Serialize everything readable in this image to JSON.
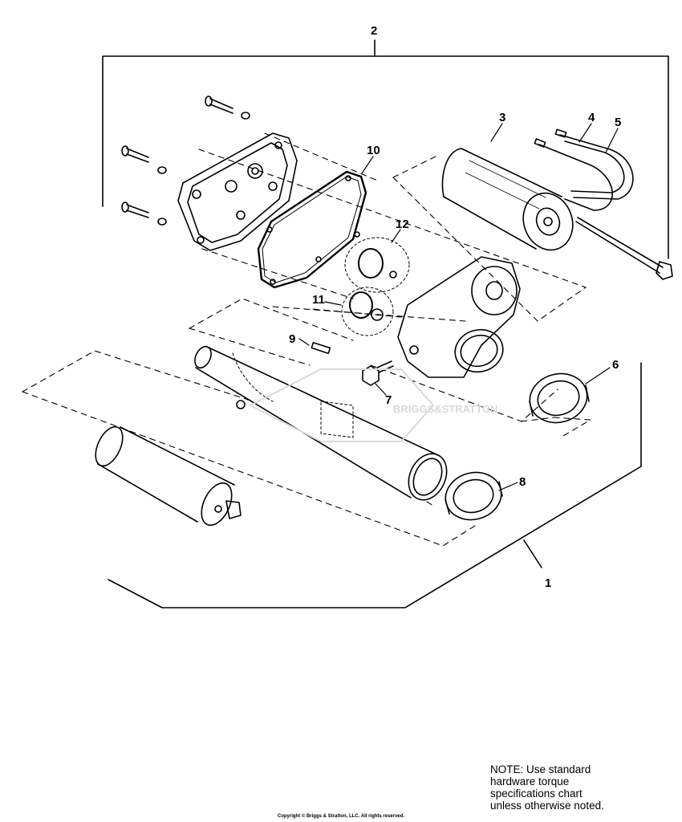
{
  "callouts": [
    "1",
    "2",
    "3",
    "4",
    "5",
    "6",
    "7",
    "8",
    "9",
    "10",
    "11",
    "12"
  ],
  "note": {
    "lines": [
      "NOTE:  Use standard",
      "hardware torque",
      "specifications chart",
      "unless otherwise noted."
    ]
  },
  "copyright": "Copyright © Briggs & Stratton, LLC. All rights reserved.",
  "watermark_logo": "BRIGGS&STRATTON",
  "colors": {
    "ink": "#000000",
    "background": "#ffffff",
    "watermark": "#d9d9d9"
  }
}
